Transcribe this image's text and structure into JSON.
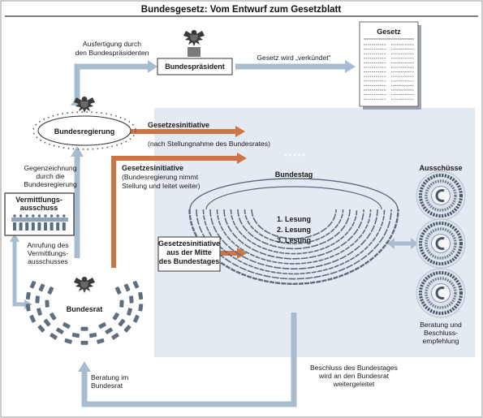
{
  "title": "Bundesgesetz: Vom Entwurf zum Gesetzblatt",
  "nodes": {
    "bundespraesident": "Bundespräsident",
    "bundesregierung": "Bundesregierung",
    "bundestag": "Bundestag",
    "bundesrat": "Bundesrat",
    "ausschuesse": "Ausschüsse",
    "vermittlungsausschuss": [
      "Vermittlungs-",
      "ausschuss"
    ],
    "gesetz": "Gesetz"
  },
  "labels": {
    "ausfertigung": [
      "Ausfertigung durch",
      "den Bundespräsidenten"
    ],
    "verkuendet": "Gesetz wird „verkündet“",
    "initiative1_title": "Gesetzesinitiative",
    "initiative1_note": "(nach Stellungnahme des Bundesrates)",
    "initiative2_title": "Gesetzesinitiative",
    "initiative2_note": [
      "(Bundesregierung nimmt",
      "Stellung und leitet weiter)"
    ],
    "initiative3": [
      "Gesetzesinitiative",
      "aus der Mitte",
      "des Bundestages"
    ],
    "gegenzeichnung": [
      "Gegenzeichnung",
      "durch die",
      "Bundesregierung"
    ],
    "anrufung": [
      "Anrufung des",
      "Vermittlungs-",
      "ausschusses"
    ],
    "lesungen": [
      "1. Lesung",
      "2. Lesung",
      "3. Lesung"
    ],
    "beratung_empfehlung": [
      "Beratung und",
      "Beschluss-",
      "empfehlung"
    ],
    "beschluss": [
      "Beschluss des Bundestages",
      "wird an den Bundesrat",
      "weitergeleitet"
    ],
    "beratung_bundesrat": [
      "Beratung im",
      "Bundesrat"
    ]
  },
  "colors": {
    "flow_arrow": "#a8bccf",
    "initiative_arrow": "#cf7444",
    "panel": "#e4eaf1",
    "eagle": "#3a3a3a"
  },
  "icons": [
    "eagle-icon",
    "lectern-icon",
    "document-icon",
    "committee-ring-icon",
    "bidirectional-arrow-icon"
  ]
}
